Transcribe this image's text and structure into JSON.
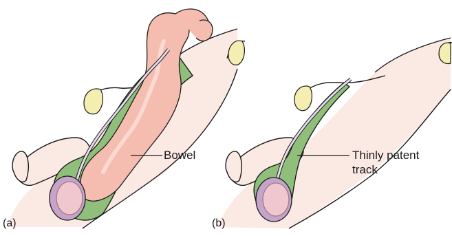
{
  "panels": [
    {
      "id": "a",
      "label": "(a)",
      "annotation": "Bowel"
    },
    {
      "id": "b",
      "label": "(b)",
      "annotation_lines": [
        "Thinly patent",
        "track"
      ]
    }
  ],
  "colors": {
    "skin_fill": "#fbe9e4",
    "skin_stroke": "#1a1a1a",
    "bowel_fill": "#f5bcb0",
    "bowel_light": "#fbd9d1",
    "sac_green": "#8fbf7a",
    "testis_pink": "#f0c7cf",
    "testis_outline": "#a0788a",
    "epididymis": "#c4a4c8",
    "cord_fill": "#e8dcec",
    "nail_fill": "#f4efb0"
  }
}
